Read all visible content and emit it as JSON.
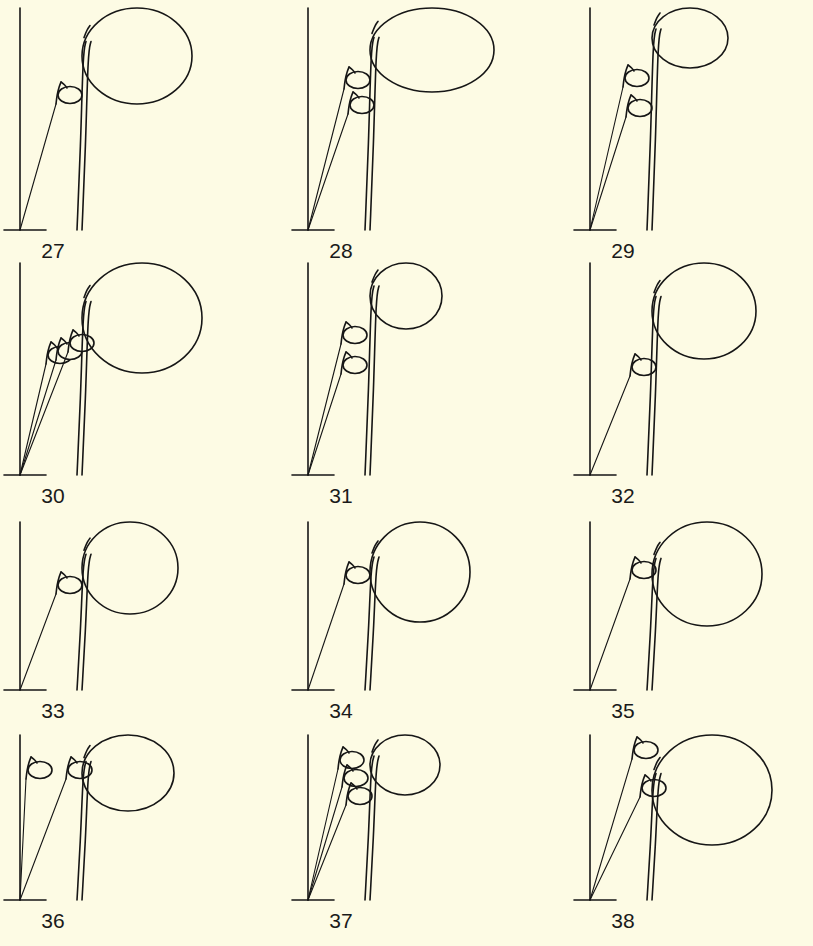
{
  "diagram": {
    "labels": [
      "27",
      "28",
      "29",
      "30",
      "31",
      "32",
      "33",
      "34",
      "35",
      "36",
      "37",
      "38"
    ]
  }
}
